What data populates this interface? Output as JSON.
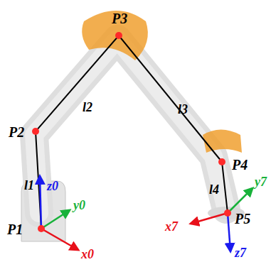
{
  "diagram": {
    "labels": [
      "P3",
      "l2",
      "l3",
      "P2",
      "P4",
      "l1",
      "z0",
      "y0",
      "l4",
      "P1",
      "x7",
      "P5",
      "y7",
      "x0",
      "z7"
    ]
  }
}
